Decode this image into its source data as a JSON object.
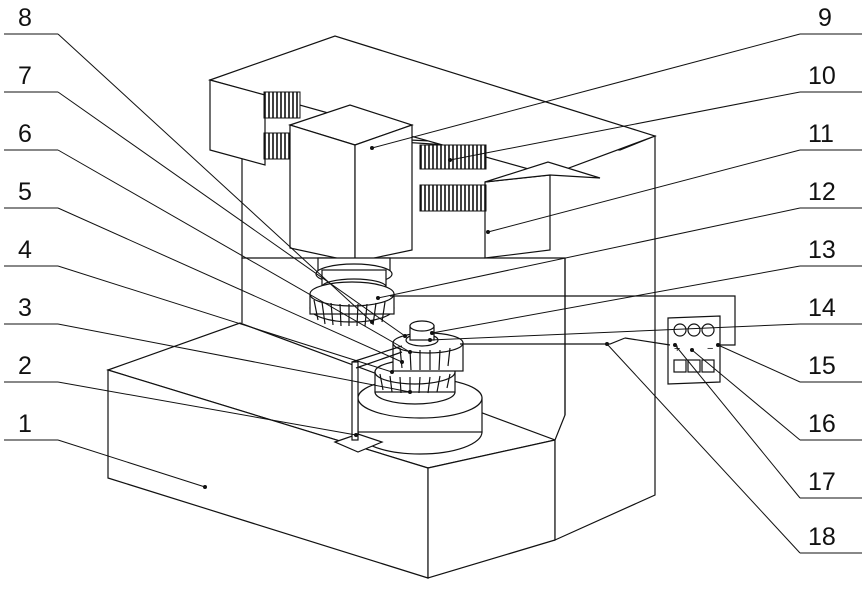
{
  "labels_left": [
    "8",
    "7",
    "6",
    "5",
    "4",
    "3",
    "2",
    "1"
  ],
  "labels_right": [
    "9",
    "10",
    "11",
    "12",
    "13",
    "14",
    "15",
    "16",
    "17",
    "18"
  ],
  "control_box": {
    "plus": "+",
    "minus": "−"
  }
}
